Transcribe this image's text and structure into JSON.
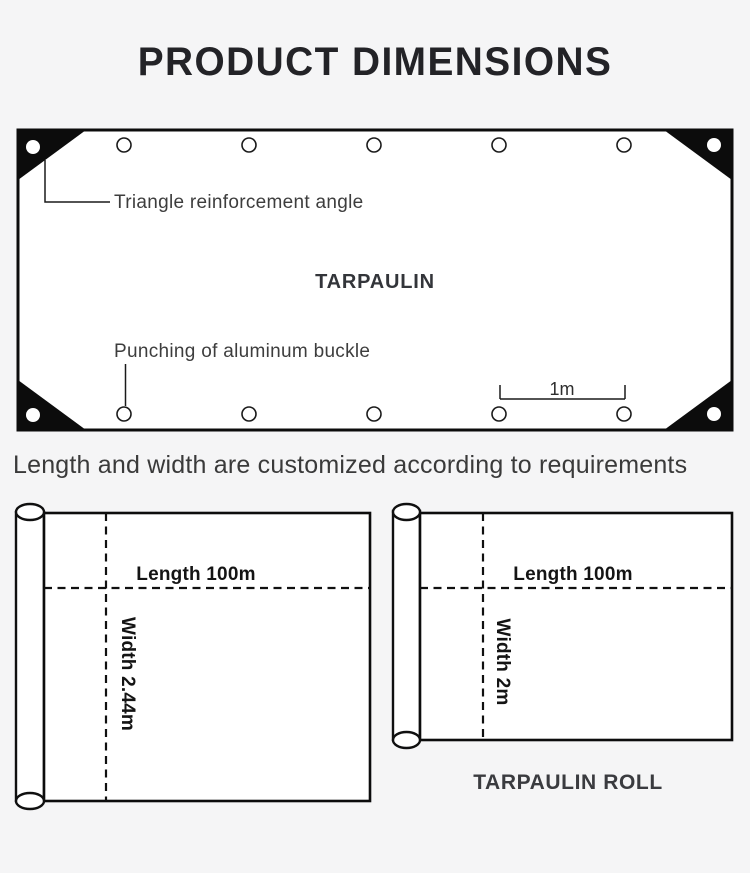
{
  "title": "PRODUCT DIMENSIONS",
  "subtitle": "Length and width are customized according to requirements",
  "tarpaulin": {
    "label": "TARPAULIN",
    "triangle_note": "Triangle reinforcement angle",
    "punching_note": "Punching of aluminum buckle",
    "grommet_spacing_label": "1m",
    "grommets_per_edge": 5
  },
  "rolls": {
    "caption": "TARPAULIN ROLL",
    "left": {
      "length_label": "Length 100m",
      "width_label": "Width 2.44m"
    },
    "right": {
      "length_label": "Length 100m",
      "width_label": "Width 2m"
    }
  },
  "colors": {
    "background": "#f5f5f6",
    "ink": "#0c0c0c",
    "note_text": "#3d3d3d",
    "panel_fill": "#ffffff"
  }
}
